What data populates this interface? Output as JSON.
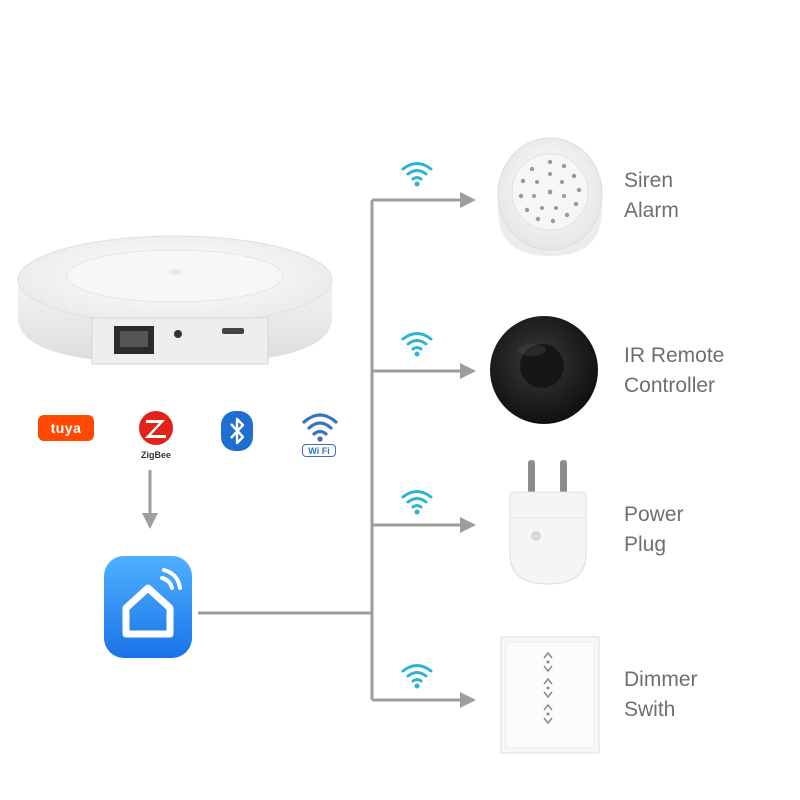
{
  "logos": {
    "tuya": "tuya",
    "zigbee": "ZigBee",
    "wifi": "Wi Fi"
  },
  "devices": [
    {
      "line1": "Siren",
      "line2": "Alarm"
    },
    {
      "line1": "IR Remote",
      "line2": "Controller"
    },
    {
      "line1": "Power",
      "line2": "Plug"
    },
    {
      "line1": "Dimmer",
      "line2": "Swith"
    }
  ],
  "colors": {
    "connector": "#9e9e9e",
    "signal": "#2bb3d6",
    "app_blue": "#1a73e8",
    "tuya_orange": "#ff4800",
    "zigbee_red": "#e2231a",
    "bluetooth_blue": "#1f6fd1"
  }
}
